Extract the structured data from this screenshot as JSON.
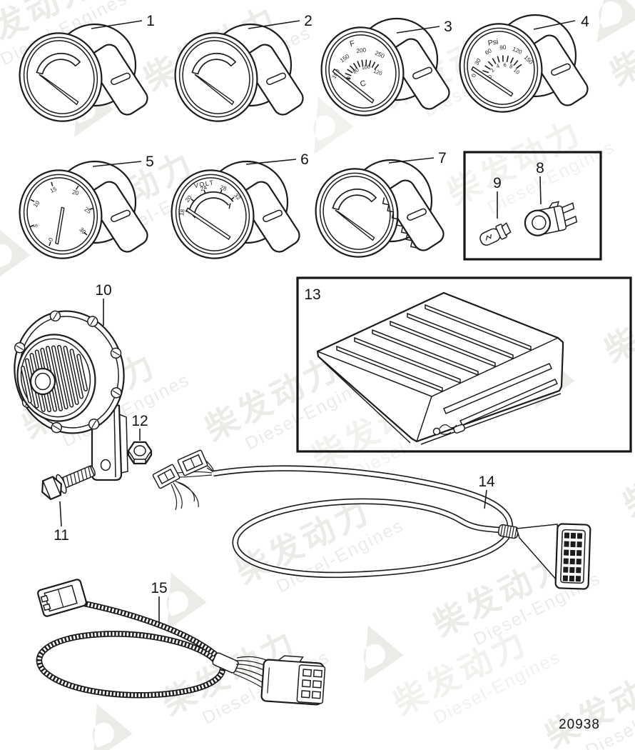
{
  "watermark": {
    "cn": "柴发动力",
    "en": "Diesel-Engines"
  },
  "drawing_number": "20938",
  "callouts": [
    "1",
    "2",
    "3",
    "4",
    "5",
    "6",
    "7",
    "8",
    "9",
    "10",
    "11",
    "12",
    "13",
    "14",
    "15"
  ],
  "gauges": {
    "g3": {
      "unit_top": "F",
      "unit_bottom": "C",
      "outer": [
        "100",
        "150",
        "200",
        "250"
      ],
      "inner": [
        "60",
        "80",
        "100",
        "120"
      ]
    },
    "g4": {
      "unit_top": "Psi",
      "outer": [
        "0",
        "30",
        "60",
        "90",
        "120",
        "150"
      ],
      "inner": [
        "0",
        "2",
        "4",
        "6",
        "8",
        "10"
      ]
    },
    "g5": {
      "scale": [
        "0",
        "5",
        "10",
        "15",
        "20",
        "25",
        "30"
      ]
    },
    "g6": {
      "unit": "VOLT",
      "scale": [
        "18",
        "20",
        "24",
        "28",
        "32"
      ]
    }
  }
}
